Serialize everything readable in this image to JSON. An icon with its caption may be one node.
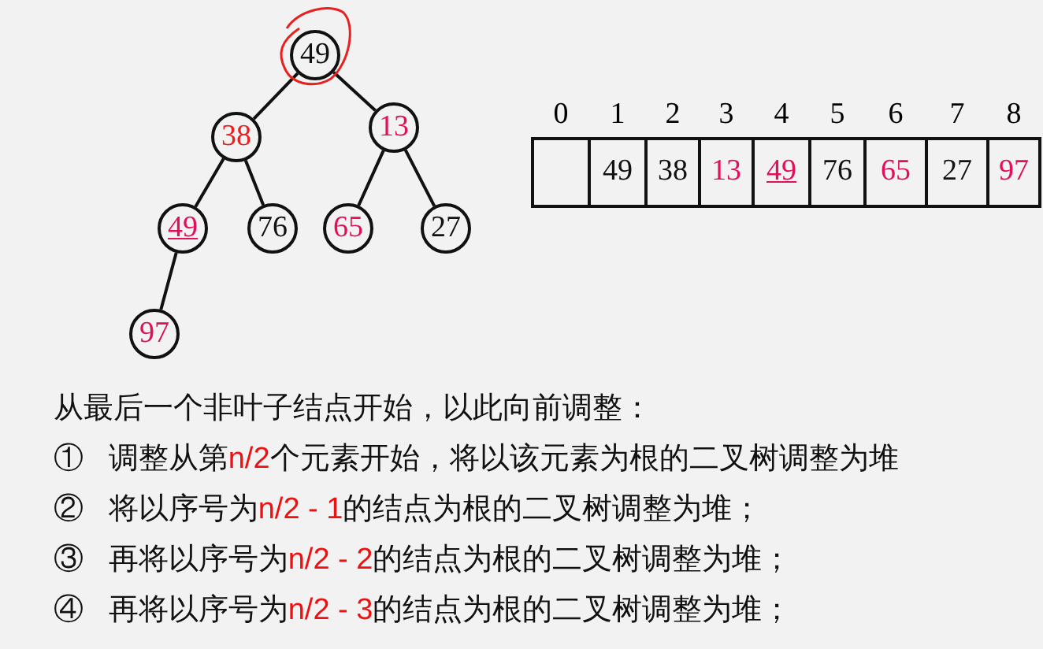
{
  "diagram": {
    "nodes": [
      {
        "text": [
          "49"
        ]
      },
      {
        "text": [
          "38"
        ]
      },
      {
        "text": [
          "13"
        ]
      },
      {
        "text": [
          "49"
        ]
      },
      {
        "text": [
          "76"
        ]
      },
      {
        "text": [
          "65"
        ]
      },
      {
        "text": [
          "27"
        ]
      },
      {
        "text": [
          "97"
        ]
      }
    ],
    "edges": [
      {
        "from": 0,
        "to": 1,
        "arrow": "none"
      },
      {
        "from": 0,
        "to": 2,
        "arrow": "none"
      },
      {
        "from": 1,
        "to": 3,
        "arrow": "none"
      },
      {
        "from": 1,
        "to": 4,
        "arrow": "none"
      },
      {
        "from": 2,
        "to": 5,
        "arrow": "none"
      },
      {
        "from": 2,
        "to": 6,
        "arrow": "none"
      },
      {
        "from": 3,
        "to": 7,
        "arrow": "none"
      }
    ],
    "labels": [
      "0",
      "1",
      "2",
      "3",
      "4",
      "5",
      "6",
      "7",
      "8",
      "49",
      "38",
      "13",
      "49",
      "76",
      "65",
      "27",
      "97",
      "从最后一个非叶子结点开始，以此向前调整：",
      "①   调整从第**n/2**个元素开始，将以该元素为根的二叉树调整为堆",
      "②   将以序号为**n/2 - 1**的结点为根的二叉树调整为堆；",
      "③   再将以序号为**n/2 - 2**的结点为根的二叉树调整为堆；",
      "④   再将以序号为**n/2 - 3**的结点为根的二叉树调整为堆；"
    ]
  }
}
